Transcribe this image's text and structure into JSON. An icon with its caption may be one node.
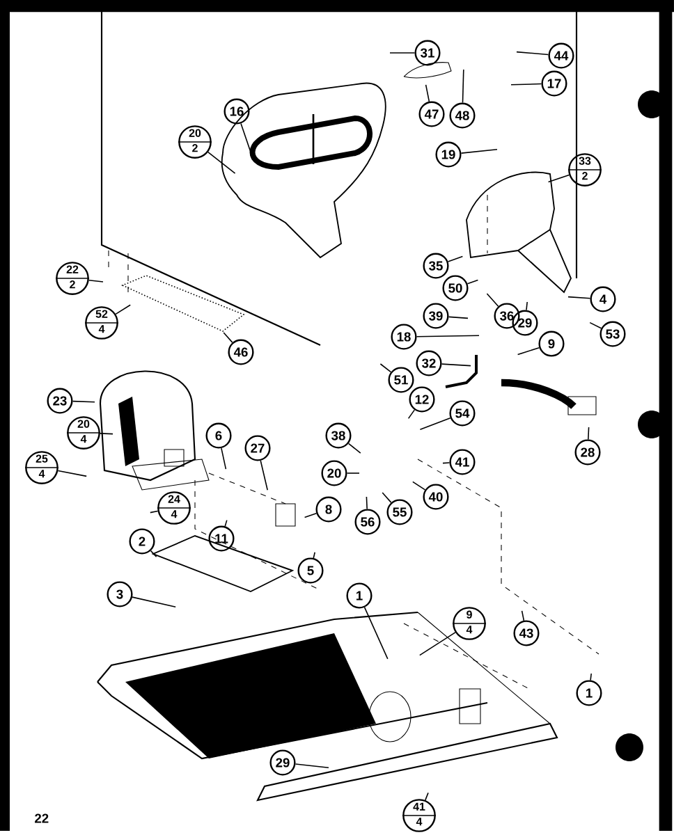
{
  "diagram": {
    "nodes": [
      {
        "text": [
          "31"
        ]
      },
      {
        "text": [
          "44"
        ]
      },
      {
        "text": [
          "17"
        ]
      },
      {
        "text": [
          "47"
        ]
      },
      {
        "text": [
          "48"
        ]
      },
      {
        "text": [
          "16"
        ]
      },
      {
        "text": [
          "20",
          "2"
        ]
      },
      {
        "text": [
          "19"
        ]
      },
      {
        "text": [
          "33",
          "2"
        ]
      },
      {
        "text": [
          "35"
        ]
      },
      {
        "text": [
          "22",
          "2"
        ]
      },
      {
        "text": [
          "50"
        ]
      },
      {
        "text": [
          "4"
        ]
      },
      {
        "text": [
          "39"
        ]
      },
      {
        "text": [
          "36"
        ]
      },
      {
        "text": [
          "29"
        ]
      },
      {
        "text": [
          "52",
          "4"
        ]
      },
      {
        "text": [
          "53"
        ]
      },
      {
        "text": [
          "18"
        ]
      },
      {
        "text": [
          "9"
        ]
      },
      {
        "text": [
          "46"
        ]
      },
      {
        "text": [
          "32"
        ]
      },
      {
        "text": [
          "51"
        ]
      },
      {
        "text": [
          "12"
        ]
      },
      {
        "text": [
          "23"
        ]
      },
      {
        "text": [
          "54"
        ]
      },
      {
        "text": [
          "20",
          "4"
        ]
      },
      {
        "text": [
          "38"
        ]
      },
      {
        "text": [
          "6"
        ]
      },
      {
        "text": [
          "25",
          "4"
        ]
      },
      {
        "text": [
          "27"
        ]
      },
      {
        "text": [
          "28"
        ]
      },
      {
        "text": [
          "41"
        ]
      },
      {
        "text": [
          "20"
        ]
      },
      {
        "text": [
          "40"
        ]
      },
      {
        "text": [
          "24",
          "4"
        ]
      },
      {
        "text": [
          "8"
        ]
      },
      {
        "text": [
          "55"
        ]
      },
      {
        "text": [
          "56"
        ]
      },
      {
        "text": [
          "11"
        ]
      },
      {
        "text": [
          "2"
        ]
      },
      {
        "text": [
          "5"
        ]
      },
      {
        "text": [
          "3"
        ]
      },
      {
        "text": [
          "1"
        ]
      },
      {
        "text": [
          "9",
          "4"
        ]
      },
      {
        "text": [
          "43"
        ]
      },
      {
        "text": [
          "1"
        ]
      },
      {
        "text": [
          "29"
        ]
      },
      {
        "text": [
          "41",
          "4"
        ]
      }
    ],
    "edges": [
      {
        "from": 0,
        "to": null,
        "arrow": "none"
      },
      {
        "from": 1,
        "to": null,
        "arrow": "none"
      },
      {
        "from": 2,
        "to": null,
        "arrow": "none"
      },
      {
        "from": 3,
        "to": null,
        "arrow": "none"
      },
      {
        "from": 4,
        "to": null,
        "arrow": "none"
      },
      {
        "from": 5,
        "to": null,
        "arrow": "none"
      },
      {
        "from": 6,
        "to": null,
        "arrow": "none"
      },
      {
        "from": 7,
        "to": null,
        "arrow": "none"
      },
      {
        "from": 8,
        "to": null,
        "arrow": "none"
      },
      {
        "from": 9,
        "to": null,
        "arrow": "none"
      },
      {
        "from": 10,
        "to": null,
        "arrow": "none"
      },
      {
        "from": 11,
        "to": null,
        "arrow": "none"
      },
      {
        "from": 12,
        "to": null,
        "arrow": "none"
      },
      {
        "from": 13,
        "to": null,
        "arrow": "none"
      },
      {
        "from": 14,
        "to": null,
        "arrow": "none"
      },
      {
        "from": 15,
        "to": null,
        "arrow": "none"
      },
      {
        "from": 16,
        "to": null,
        "arrow": "none"
      },
      {
        "from": 17,
        "to": null,
        "arrow": "none"
      },
      {
        "from": 18,
        "to": null,
        "arrow": "none"
      },
      {
        "from": 19,
        "to": null,
        "arrow": "none"
      },
      {
        "from": 20,
        "to": null,
        "arrow": "none"
      },
      {
        "from": 21,
        "to": null,
        "arrow": "none"
      },
      {
        "from": 22,
        "to": null,
        "arrow": "none"
      },
      {
        "from": 23,
        "to": null,
        "arrow": "none"
      },
      {
        "from": 24,
        "to": null,
        "arrow": "none"
      },
      {
        "from": 25,
        "to": null,
        "arrow": "none"
      },
      {
        "from": 26,
        "to": null,
        "arrow": "none"
      },
      {
        "from": 27,
        "to": null,
        "arrow": "none"
      },
      {
        "from": 28,
        "to": null,
        "arrow": "none"
      },
      {
        "from": 29,
        "to": null,
        "arrow": "none"
      },
      {
        "from": 30,
        "to": null,
        "arrow": "none"
      },
      {
        "from": 31,
        "to": null,
        "arrow": "none"
      },
      {
        "from": 32,
        "to": null,
        "arrow": "none"
      },
      {
        "from": 33,
        "to": null,
        "arrow": "none"
      },
      {
        "from": 34,
        "to": null,
        "arrow": "none"
      },
      {
        "from": 35,
        "to": null,
        "arrow": "none"
      },
      {
        "from": 36,
        "to": null,
        "arrow": "none"
      },
      {
        "from": 37,
        "to": null,
        "arrow": "none"
      },
      {
        "from": 38,
        "to": null,
        "arrow": "none"
      },
      {
        "from": 39,
        "to": null,
        "arrow": "none"
      },
      {
        "from": 40,
        "to": null,
        "arrow": "none"
      },
      {
        "from": 41,
        "to": null,
        "arrow": "none"
      },
      {
        "from": 42,
        "to": null,
        "arrow": "none"
      },
      {
        "from": 43,
        "to": null,
        "arrow": "none"
      },
      {
        "from": 44,
        "to": null,
        "arrow": "none"
      },
      {
        "from": 45,
        "to": null,
        "arrow": "none"
      },
      {
        "from": 46,
        "to": null,
        "arrow": "none"
      },
      {
        "from": 47,
        "to": null,
        "arrow": "none"
      },
      {
        "from": 48,
        "to": null,
        "arrow": "none"
      }
    ],
    "labels": [
      "22"
    ]
  }
}
